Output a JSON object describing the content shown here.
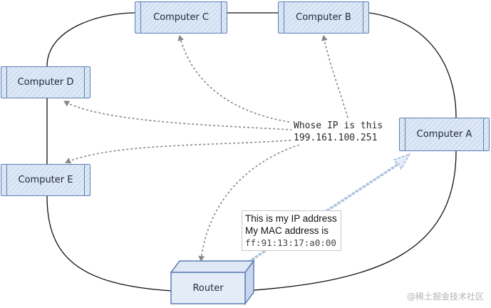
{
  "computers": {
    "a": "Computer A",
    "b": "Computer B",
    "c": "Computer C",
    "d": "Computer D",
    "e": "Computer E"
  },
  "router": "Router",
  "query": {
    "line1": "Whose IP is this",
    "line2": "199.161.100.251"
  },
  "reply": {
    "line1": "This is my IP address",
    "line2": "My MAC address is",
    "line3": "ff:91:13:17:a0:00"
  },
  "watermark": "@稀土掘金技术社区",
  "colors": {
    "node_border": "#5b7fb5",
    "node_fill": "#dde8f7",
    "dashed_arrow": "#888888",
    "reply_arrow": "#9bb3d6"
  }
}
